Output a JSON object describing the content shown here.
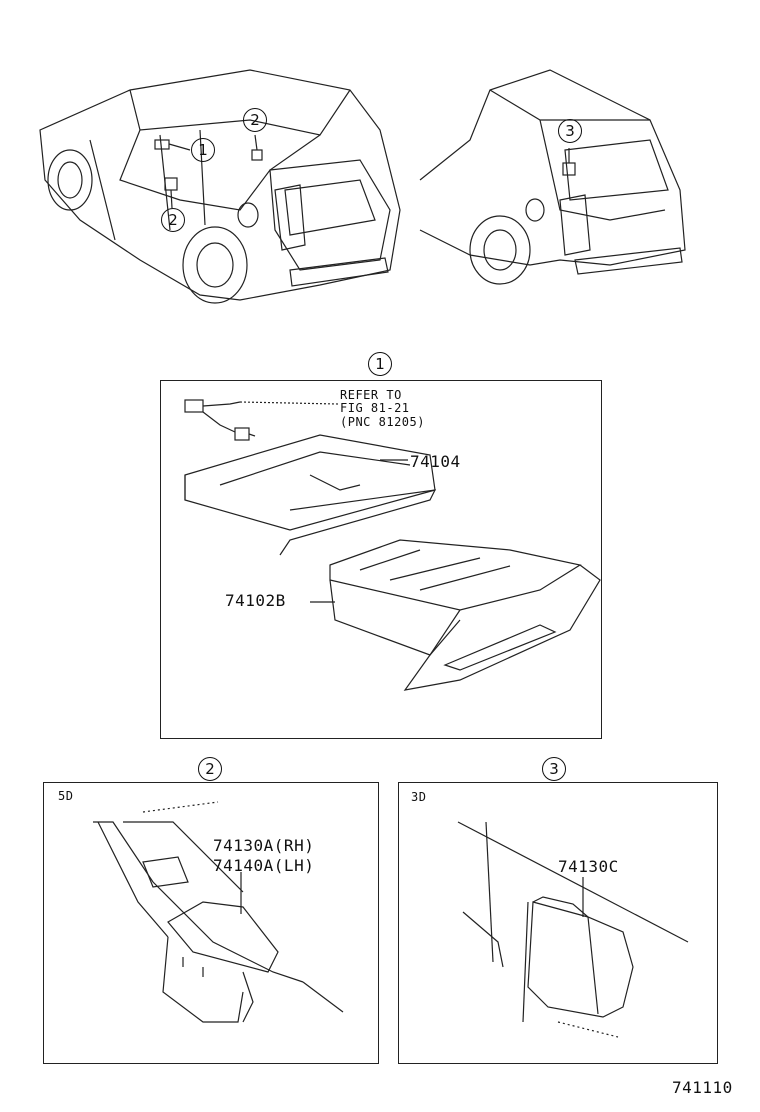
{
  "callouts": {
    "c1": "1",
    "c2": "2",
    "c3": "3"
  },
  "panel1": {
    "title": "1",
    "refer": [
      "REFER TO",
      "FIG 81-21",
      "(PNC 81205)"
    ],
    "part_top": "74104",
    "part_bottom": "74102B"
  },
  "panel2": {
    "title": "2",
    "variant": "5D",
    "part_rh": "74130A(RH)",
    "part_lh": "74140A(LH)"
  },
  "panel3": {
    "title": "3",
    "variant": "3D",
    "part": "74130C"
  },
  "figure_number": "741110"
}
